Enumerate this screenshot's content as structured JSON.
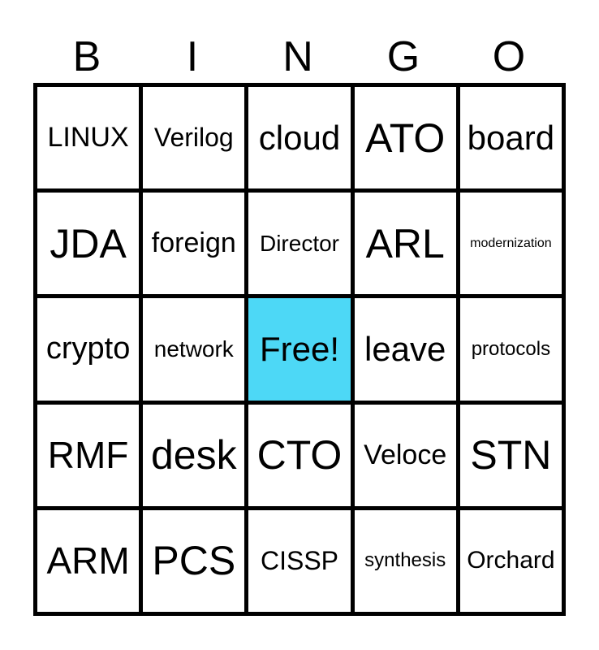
{
  "header": [
    "B",
    "I",
    "N",
    "G",
    "O"
  ],
  "free_color": "#4dd8f6",
  "cells": [
    [
      "LINUX",
      "Verilog",
      "cloud",
      "ATO",
      "board"
    ],
    [
      "JDA",
      "foreign",
      "Director",
      "ARL",
      "modernization"
    ],
    [
      "crypto",
      "network",
      "Free!",
      "leave",
      "protocols"
    ],
    [
      "RMF",
      "desk",
      "CTO",
      "Veloce",
      "STN"
    ],
    [
      "ARM",
      "PCS",
      "CISSP",
      "synthesis",
      "Orchard"
    ]
  ]
}
